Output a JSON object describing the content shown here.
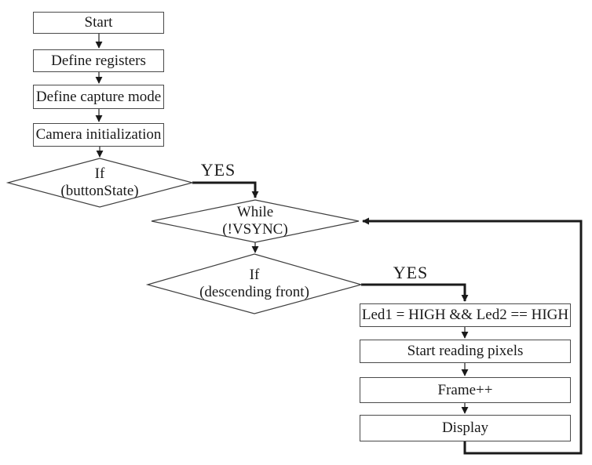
{
  "flowchart": {
    "process_boxes": [
      {
        "id": "start",
        "label": "Start"
      },
      {
        "id": "define-registers",
        "label": "Define registers"
      },
      {
        "id": "define-capture-mode",
        "label": "Define capture mode"
      },
      {
        "id": "camera-initialization",
        "label": "Camera initialization"
      },
      {
        "id": "led-condition",
        "label": "Led1 = HIGH && Led2 == HIGH"
      },
      {
        "id": "start-reading-pixels",
        "label": "Start reading pixels"
      },
      {
        "id": "frame-increment",
        "label": "Frame++"
      },
      {
        "id": "display",
        "label": "Display"
      }
    ],
    "decisions": [
      {
        "id": "if-buttonstate",
        "line1": "If",
        "line2": "(buttonState)"
      },
      {
        "id": "while-vsync",
        "line1": "While",
        "line2": "(!VSYNC)"
      },
      {
        "id": "if-descending-front",
        "line1": "If",
        "line2": "(descending front)"
      }
    ],
    "branch_labels": [
      {
        "id": "yes-buttonstate",
        "text": "YES"
      },
      {
        "id": "yes-descending-front",
        "text": "YES"
      }
    ],
    "colors": {
      "line": "#3f3f3f",
      "thick_line": "#1a1a1a",
      "text": "#1a1a1a",
      "background": "#ffffff"
    }
  }
}
